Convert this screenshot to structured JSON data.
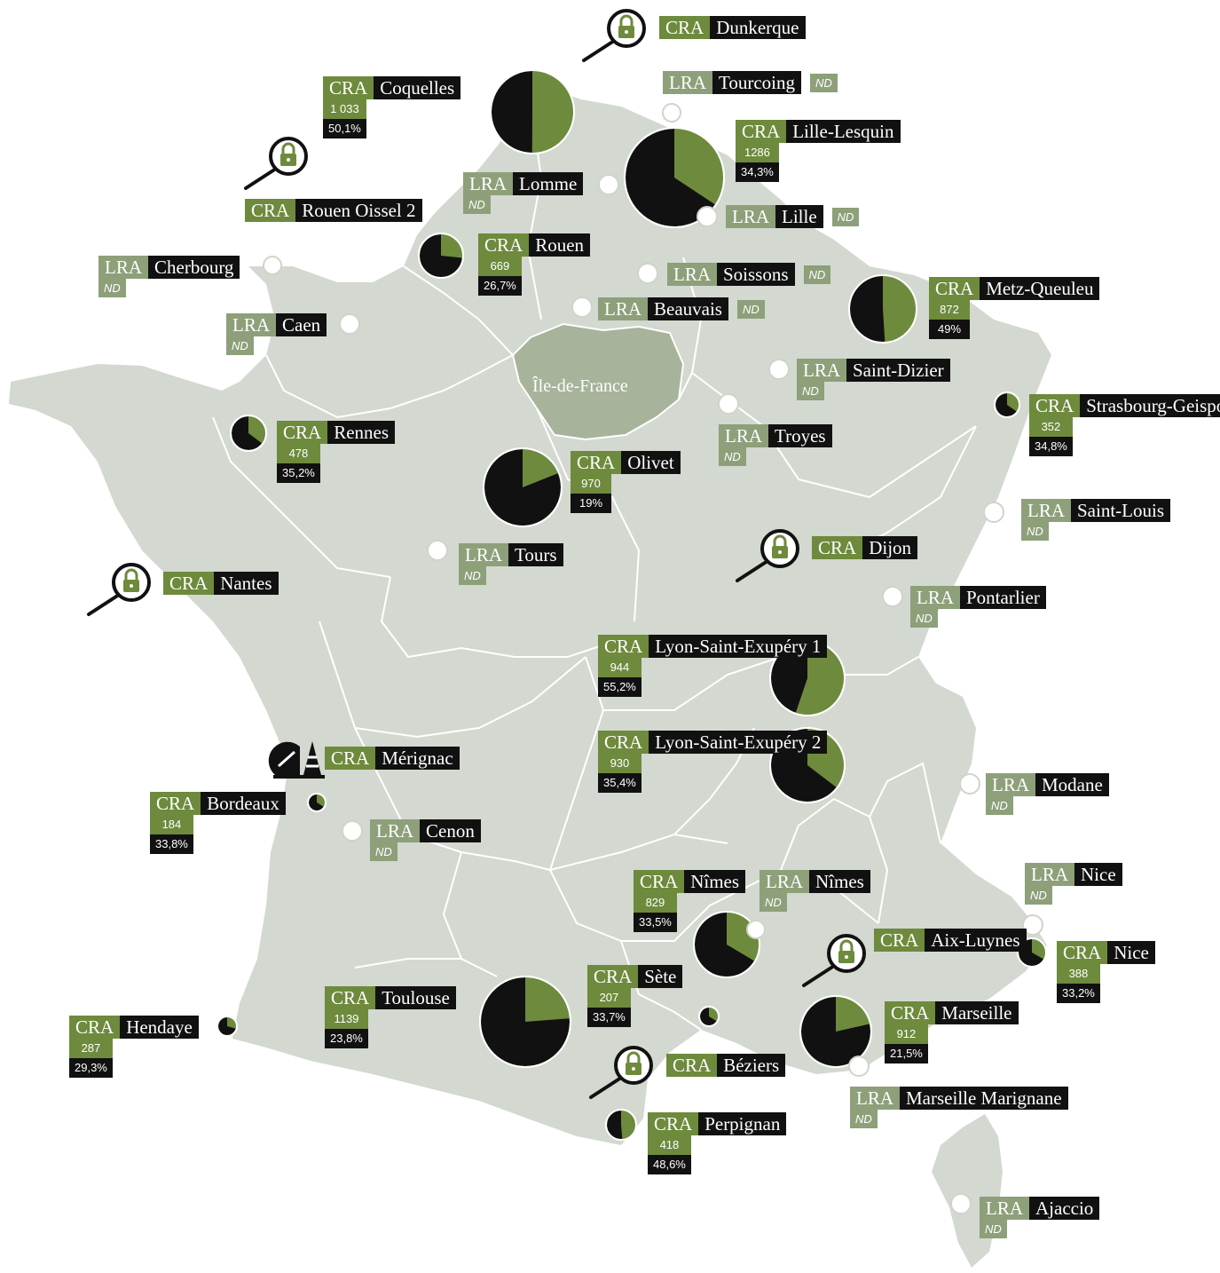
{
  "map": {
    "region_label": "Île-de-France"
  },
  "colors": {
    "cra": "#6e8a3d",
    "lra": "#8da07a",
    "land": "#d3d8d0",
    "idf": "#a7b39a",
    "dark": "#111111",
    "green": "#6e8a3d"
  },
  "facilities": [
    {
      "type": "CRA",
      "name": "Dunkerque",
      "marker": "lock"
    },
    {
      "type": "LRA",
      "name": "Tourcoing",
      "note": "ND",
      "marker": "circle"
    },
    {
      "type": "CRA",
      "name": "Coquelles",
      "count": "1 033",
      "pct": "50,1%",
      "share": 50.1,
      "marker": "pie"
    },
    {
      "type": "CRA",
      "name": "Lille-Lesquin",
      "count": "1286",
      "pct": "34,3%",
      "share": 34.3,
      "marker": "pie"
    },
    {
      "type": "CRA",
      "name": "Rouen Oissel 2",
      "marker": "lock"
    },
    {
      "type": "LRA",
      "name": "Lomme",
      "note": "ND",
      "marker": "circle"
    },
    {
      "type": "LRA",
      "name": "Lille",
      "note": "ND",
      "marker": "circle"
    },
    {
      "type": "CRA",
      "name": "Rouen",
      "count": "669",
      "pct": "26,7%",
      "share": 26.7,
      "marker": "pie"
    },
    {
      "type": "LRA",
      "name": "Cherbourg",
      "note": "ND",
      "marker": "circle"
    },
    {
      "type": "LRA",
      "name": "Soissons",
      "note": "ND",
      "marker": "circle"
    },
    {
      "type": "LRA",
      "name": "Beauvais",
      "note": "ND",
      "marker": "circle"
    },
    {
      "type": "CRA",
      "name": "Metz-Queuleu",
      "count": "872",
      "pct": "49%",
      "share": 49,
      "marker": "pie"
    },
    {
      "type": "LRA",
      "name": "Caen",
      "note": "ND",
      "marker": "circle"
    },
    {
      "type": "LRA",
      "name": "Saint-Dizier",
      "note": "ND",
      "marker": "circle"
    },
    {
      "type": "CRA",
      "name": "Strasbourg-Geispolsheim",
      "count": "352",
      "pct": "34,8%",
      "share": 34.8,
      "marker": "pie"
    },
    {
      "type": "CRA",
      "name": "Rennes",
      "count": "478",
      "pct": "35,2%",
      "share": 35.2,
      "marker": "pie"
    },
    {
      "type": "LRA",
      "name": "Troyes",
      "note": "ND",
      "marker": "circle"
    },
    {
      "type": "CRA",
      "name": "Olivet",
      "count": "970",
      "pct": "19%",
      "share": 19,
      "marker": "pie"
    },
    {
      "type": "LRA",
      "name": "Saint-Louis",
      "note": "ND",
      "marker": "circle"
    },
    {
      "type": "LRA",
      "name": "Tours",
      "note": "ND",
      "marker": "circle"
    },
    {
      "type": "CRA",
      "name": "Dijon",
      "marker": "lock"
    },
    {
      "type": "CRA",
      "name": "Nantes",
      "marker": "lock"
    },
    {
      "type": "LRA",
      "name": "Pontarlier",
      "note": "ND",
      "marker": "circle"
    },
    {
      "type": "CRA",
      "name": "Lyon-Saint-Exupéry 1",
      "count": "944",
      "pct": "55,2%",
      "share": 55.2,
      "marker": "pie"
    },
    {
      "type": "CRA",
      "name": "Lyon-Saint-Exupéry 2",
      "count": "930",
      "pct": "35,4%",
      "share": 35.4,
      "marker": "pie"
    },
    {
      "type": "CRA",
      "name": "Mérignac",
      "marker": "works"
    },
    {
      "type": "CRA",
      "name": "Bordeaux",
      "count": "184",
      "pct": "33,8%",
      "share": 33.8,
      "marker": "pie"
    },
    {
      "type": "LRA",
      "name": "Modane",
      "note": "ND",
      "marker": "circle"
    },
    {
      "type": "LRA",
      "name": "Cenon",
      "note": "ND",
      "marker": "circle"
    },
    {
      "type": "CRA",
      "name": "Nîmes",
      "count": "829",
      "pct": "33,5%",
      "share": 33.5,
      "marker": "pie"
    },
    {
      "type": "LRA",
      "name": "Nîmes",
      "note": "ND",
      "marker": "circle"
    },
    {
      "type": "LRA",
      "name": "Nice",
      "note": "ND",
      "marker": "circle"
    },
    {
      "type": "CRA",
      "name": "Aix-Luynes",
      "marker": "lock"
    },
    {
      "type": "CRA",
      "name": "Nice",
      "count": "388",
      "pct": "33,2%",
      "share": 33.2,
      "marker": "pie"
    },
    {
      "type": "CRA",
      "name": "Sète",
      "count": "207",
      "pct": "33,7%",
      "share": 33.7,
      "marker": "pie"
    },
    {
      "type": "CRA",
      "name": "Toulouse",
      "count": "1139",
      "pct": "23,8%",
      "share": 23.8,
      "marker": "pie"
    },
    {
      "type": "CRA",
      "name": "Marseille",
      "count": "912",
      "pct": "21,5%",
      "share": 21.5,
      "marker": "pie"
    },
    {
      "type": "CRA",
      "name": "Hendaye",
      "count": "287",
      "pct": "29,3%",
      "share": 29.3,
      "marker": "pie"
    },
    {
      "type": "CRA",
      "name": "Béziers",
      "marker": "lock"
    },
    {
      "type": "LRA",
      "name": "Marseille Marignane",
      "note": "ND",
      "marker": "circle"
    },
    {
      "type": "CRA",
      "name": "Perpignan",
      "count": "418",
      "pct": "48,6%",
      "share": 48.6,
      "marker": "pie"
    },
    {
      "type": "LRA",
      "name": "Ajaccio",
      "note": "ND",
      "marker": "circle"
    }
  ]
}
